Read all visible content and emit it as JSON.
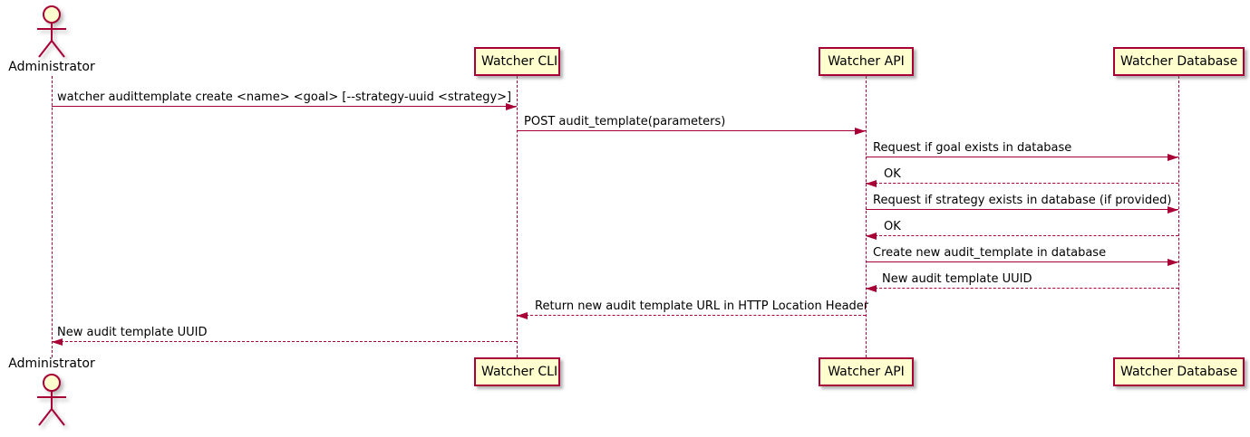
{
  "diagram": {
    "type": "sequence",
    "actor": {
      "label": "Administrator",
      "icon": "stick-figure-actor-icon"
    },
    "participants": [
      {
        "label": "Watcher CLI"
      },
      {
        "label": "Watcher API"
      },
      {
        "label": "Watcher Database"
      }
    ],
    "messages": [
      {
        "from": "Administrator",
        "to": "Watcher CLI",
        "style": "solid",
        "label": "watcher audittemplate create <name> <goal> [--strategy-uuid <strategy>]"
      },
      {
        "from": "Watcher CLI",
        "to": "Watcher API",
        "style": "solid",
        "label": "POST audit_template(parameters)"
      },
      {
        "from": "Watcher API",
        "to": "Watcher Database",
        "style": "solid",
        "label": "Request if goal exists in database"
      },
      {
        "from": "Watcher Database",
        "to": "Watcher API",
        "style": "dashed-return",
        "label": "OK"
      },
      {
        "from": "Watcher API",
        "to": "Watcher Database",
        "style": "solid",
        "label": "Request if strategy exists in database (if provided)"
      },
      {
        "from": "Watcher Database",
        "to": "Watcher API",
        "style": "dashed-return",
        "label": "OK"
      },
      {
        "from": "Watcher API",
        "to": "Watcher Database",
        "style": "solid",
        "label": "Create new audit_template in database"
      },
      {
        "from": "Watcher Database",
        "to": "Watcher API",
        "style": "dashed-return",
        "label": "New audit template UUID"
      },
      {
        "from": "Watcher API",
        "to": "Watcher CLI",
        "style": "dashed-return",
        "label": "Return new audit template URL in HTTP Location Header"
      },
      {
        "from": "Watcher CLI",
        "to": "Administrator",
        "style": "dashed-return",
        "label": "New audit template UUID"
      }
    ],
    "colors": {
      "participant_fill": "#FEFECE",
      "border": "#A80036",
      "arrow": "#A80036",
      "lifeline": "#A80036",
      "text": "#000000",
      "background": "#FFFFFF"
    }
  }
}
